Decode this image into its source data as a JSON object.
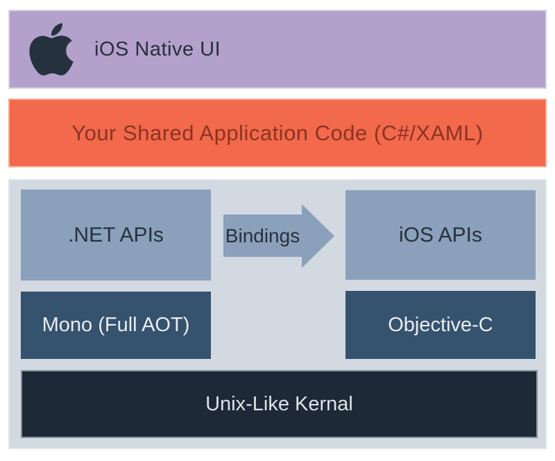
{
  "diagram": {
    "layers": {
      "native_ui": {
        "label": "iOS Native UI",
        "icon": "apple-icon",
        "fill_color": "#b3a1cc",
        "text_color": "#27303c"
      },
      "shared_code": {
        "label": "Your Shared Application Code (C#/XAML)",
        "fill_color": "#f2694b",
        "text_color": "#8a3424"
      },
      "runtime": {
        "background_color": "#d3d9e0",
        "boxes": {
          "net_apis": {
            "label": ".NET APIs",
            "fill_color": "#8aa0bb",
            "text_color": "#27313d"
          },
          "bindings": {
            "label": "Bindings",
            "fill_color": "#8aa0bb",
            "text_color": "#27313d",
            "shape": "right-arrow"
          },
          "ios_apis": {
            "label": "iOS APIs",
            "fill_color": "#8aa0bb",
            "text_color": "#27313d"
          },
          "mono": {
            "label": "Mono (Full AOT)",
            "fill_color": "#35526e",
            "text_color": "#e9edf0"
          },
          "objective_c": {
            "label": "Objective-C",
            "fill_color": "#35526e",
            "text_color": "#e9edf0"
          },
          "kernel": {
            "label": "Unix-Like Kernal",
            "fill_color": "#1d2936",
            "text_color": "#dde2e7"
          }
        }
      }
    }
  }
}
